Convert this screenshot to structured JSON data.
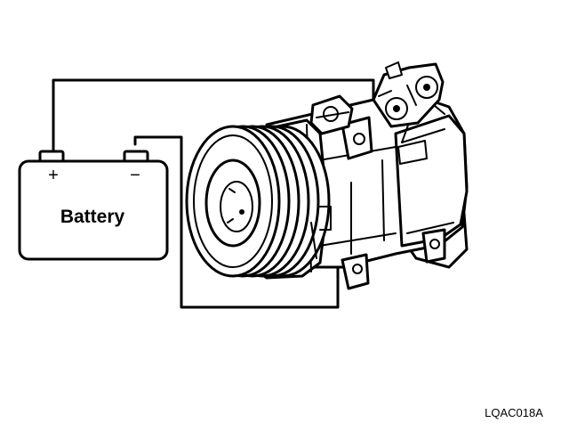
{
  "battery": {
    "label": "Battery",
    "positive_symbol": "+",
    "negative_symbol": "−"
  },
  "figure_code": "LQAC018A",
  "icons": [
    "battery-icon",
    "ac-compressor-icon",
    "magnetic-clutch-pulley-icon",
    "wiring"
  ],
  "colors": {
    "line": "#000000",
    "background": "#ffffff"
  }
}
